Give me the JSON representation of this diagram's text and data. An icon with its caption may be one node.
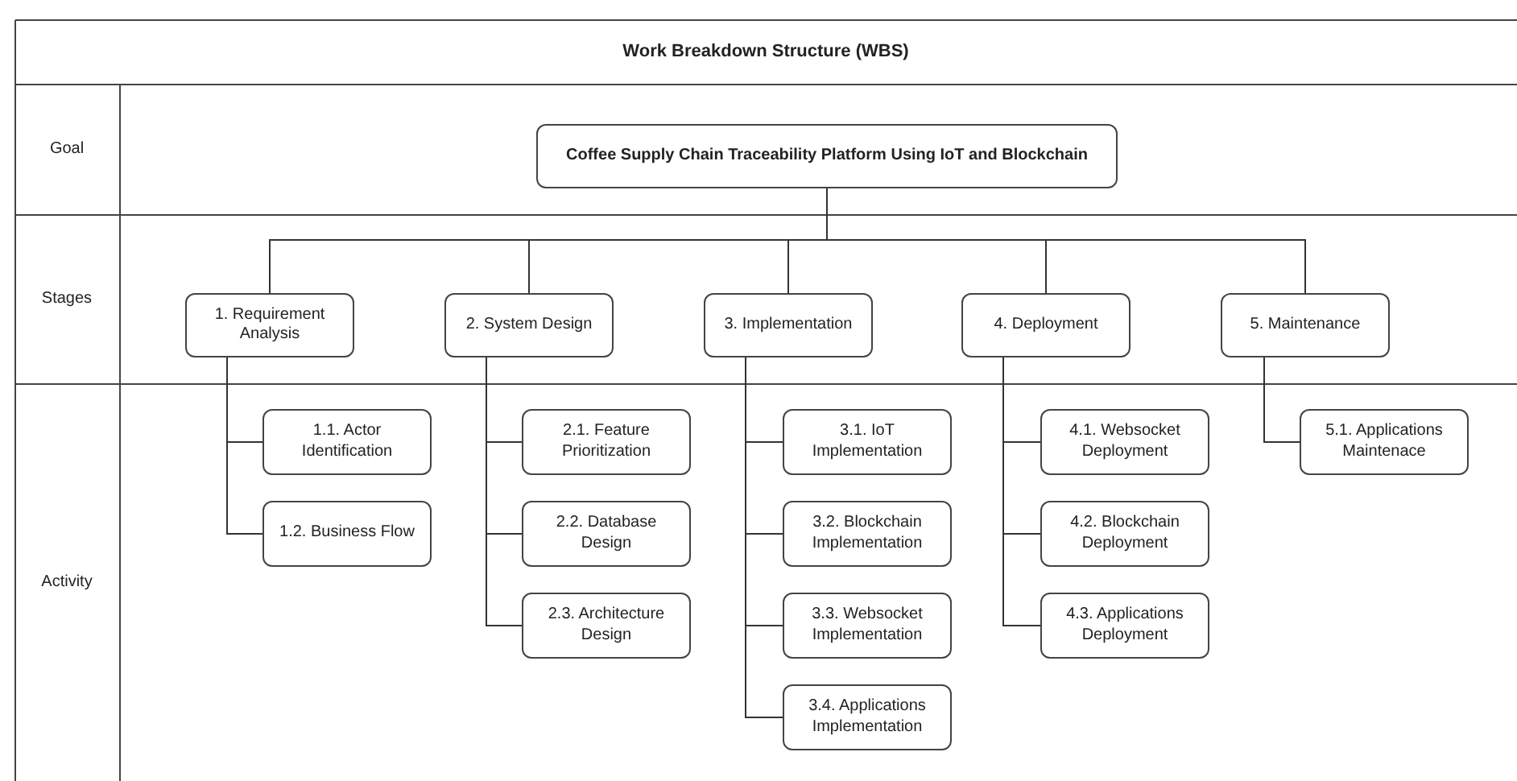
{
  "diagram": {
    "title": "Work Breakdown Structure (WBS)",
    "nodes": [
      {
        "text": [
          "Coffee Supply Chain Traceability Platform Using IoT and Blockchain"
        ]
      },
      {
        "text": [
          "1. Requirement Analysis"
        ]
      },
      {
        "text": [
          "2. System Design"
        ]
      },
      {
        "text": [
          "3. Implementation"
        ]
      },
      {
        "text": [
          "4. Deployment"
        ]
      },
      {
        "text": [
          "5. Maintenance"
        ]
      },
      {
        "text": [
          "1.1. Actor Identification"
        ]
      },
      {
        "text": [
          "1.2. Business Flow"
        ]
      },
      {
        "text": [
          "2.1. Feature Prioritization"
        ]
      },
      {
        "text": [
          "2.2. Database Design"
        ]
      },
      {
        "text": [
          "2.3. Architecture Design"
        ]
      },
      {
        "text": [
          "3.1. IoT Implementation"
        ]
      },
      {
        "text": [
          "3.2. Blockchain Implementation"
        ]
      },
      {
        "text": [
          "3.3. Websocket Implementation"
        ]
      },
      {
        "text": [
          "3.4. Applications Implementation"
        ]
      },
      {
        "text": [
          "4.1. Websocket Deployment"
        ]
      },
      {
        "text": [
          "4.2. Blockchain Deployment"
        ]
      },
      {
        "text": [
          "4.3. Applications Deployment"
        ]
      },
      {
        "text": [
          "5.1. Applications Maintenace"
        ]
      }
    ],
    "edges": [
      {
        "from": 0,
        "to": 1,
        "arrow": "none"
      },
      {
        "from": 0,
        "to": 2,
        "arrow": "none"
      },
      {
        "from": 0,
        "to": 3,
        "arrow": "none"
      },
      {
        "from": 0,
        "to": 4,
        "arrow": "none"
      },
      {
        "from": 0,
        "to": 5,
        "arrow": "none"
      },
      {
        "from": 1,
        "to": 6,
        "arrow": "none"
      },
      {
        "from": 1,
        "to": 7,
        "arrow": "none"
      },
      {
        "from": 2,
        "to": 8,
        "arrow": "none"
      },
      {
        "from": 2,
        "to": 9,
        "arrow": "none"
      },
      {
        "from": 2,
        "to": 10,
        "arrow": "none"
      },
      {
        "from": 3,
        "to": 11,
        "arrow": "none"
      },
      {
        "from": 3,
        "to": 12,
        "arrow": "none"
      },
      {
        "from": 3,
        "to": 13,
        "arrow": "none"
      },
      {
        "from": 3,
        "to": 14,
        "arrow": "none"
      },
      {
        "from": 4,
        "to": 15,
        "arrow": "none"
      },
      {
        "from": 4,
        "to": 16,
        "arrow": "none"
      },
      {
        "from": 4,
        "to": 17,
        "arrow": "none"
      },
      {
        "from": 5,
        "to": 18,
        "arrow": "none"
      }
    ],
    "labels": [
      "Goal",
      "Stages",
      "Activity"
    ]
  }
}
